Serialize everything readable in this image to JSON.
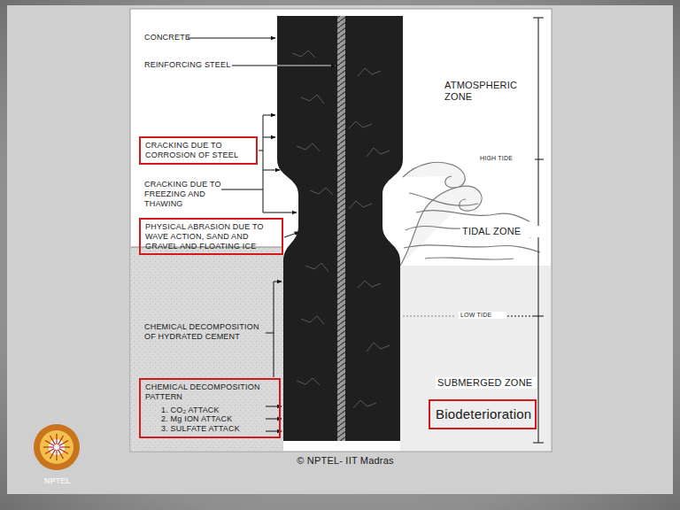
{
  "diagram": {
    "nodes": [
      {
        "text": [
          "CRACKING DUE TO CORROSION OF STEEL"
        ]
      },
      {
        "text": [
          "PHYSICAL ABRASION DUE TO WAVE ACTION, SAND AND GRAVEL AND FLOATING ICE"
        ]
      },
      {
        "text": [
          "CHEMICAL DECOMPOSITION PATTERN",
          "1. CO₂ ATTACK",
          "2. Mg ION ATTACK",
          "3. SULFATE ATTACK"
        ]
      },
      {
        "text": [
          "Biodeterioration"
        ]
      }
    ],
    "labels": [
      "CONCRETE",
      "REINFORCING STEEL",
      "CRACKING DUE TO FREEZING AND THAWING",
      "CHEMICAL DECOMPOSITION OF HYDRATED CEMENT",
      "ATMOSPHERIC ZONE",
      "HIGH TIDE",
      "TIDAL ZONE",
      "LOW TIDE",
      "SUBMERGED ZONE",
      "© NPTEL- IIT Madras",
      "NPTEL"
    ]
  }
}
